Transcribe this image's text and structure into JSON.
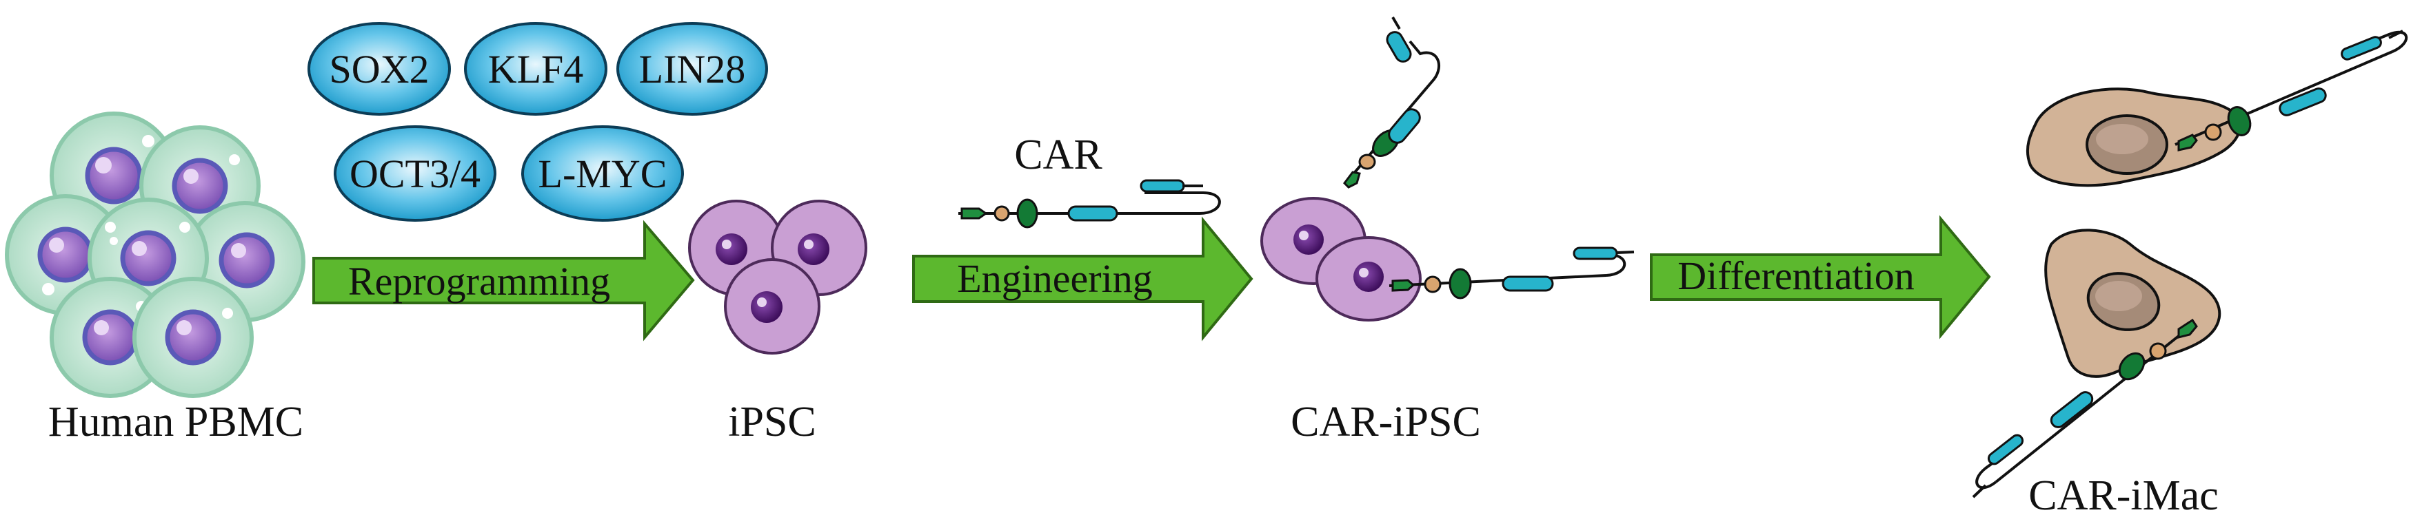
{
  "labels": {
    "pbmc": "Human PBMC",
    "ipsc": "iPSC",
    "car_ipsc": "CAR-iPSC",
    "car_imac": "CAR-iMac",
    "car": "CAR"
  },
  "factors": [
    "SOX2",
    "KLF4",
    "LIN28",
    "OCT3/4",
    "L-MYC"
  ],
  "arrows": {
    "reprogramming": "Reprogramming",
    "engineering": "Engineering",
    "differentiation": "Differentiation"
  },
  "colors": {
    "arrow_fill": "#5cb82e",
    "arrow_stroke": "#2f6a14",
    "factor_fill": "#1ea7d8",
    "pbmc_cell": "#b9e3cf",
    "ipsc_cell": "#c99fd3",
    "ipsc_nucleus": "#5a2378",
    "macrophage": "#d2b397",
    "car_dark_green": "#137a35",
    "car_teal": "#27b4cc",
    "car_hinge": "#d9a46f"
  }
}
